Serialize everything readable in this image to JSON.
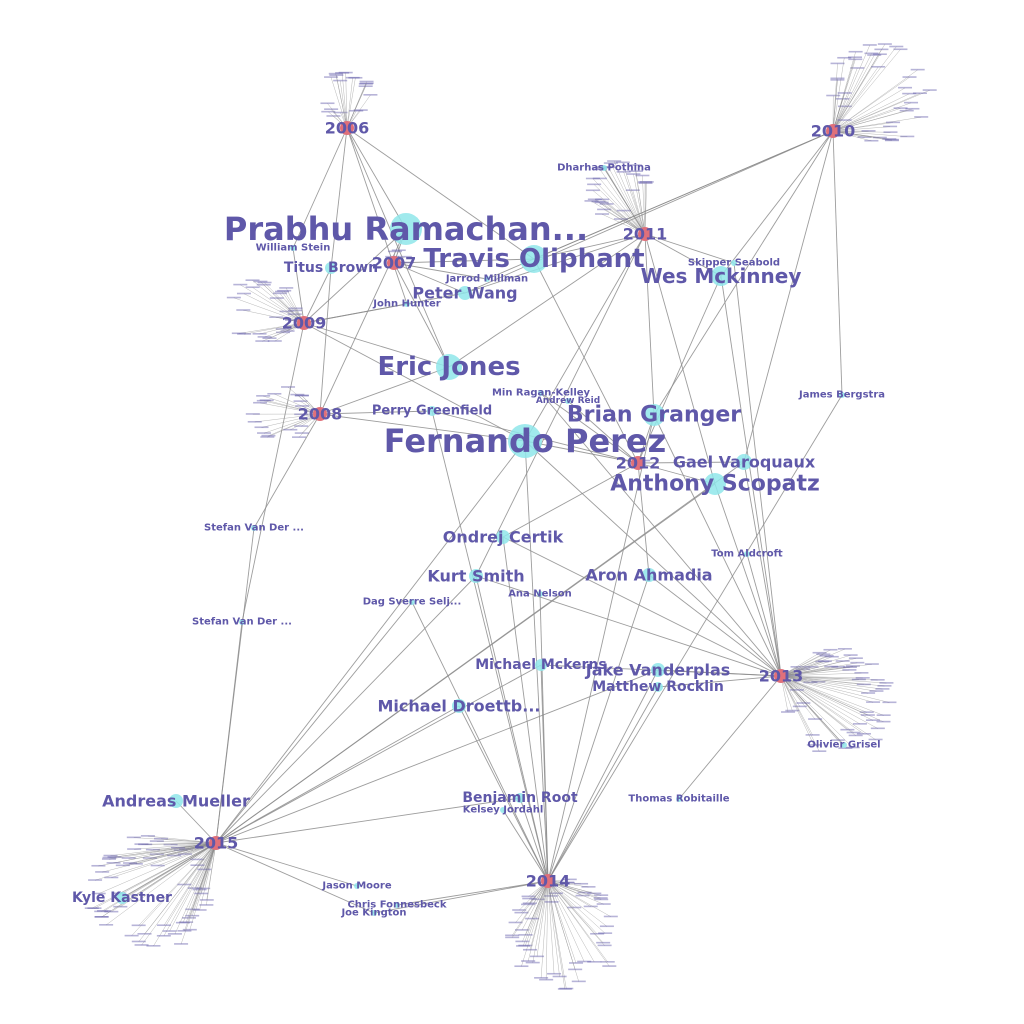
{
  "graph": {
    "years": [
      "2006",
      "2007",
      "2008",
      "2009",
      "2010",
      "2011",
      "2012",
      "2013",
      "2014",
      "2015"
    ],
    "people": [
      "Prabhu Ramachan...",
      "Travis Oliphant",
      "Fernando Perez",
      "Eric Jones",
      "Brian Granger",
      "Anthony Scopatz",
      "Wes Mckinney",
      "Peter Wang",
      "Titus Brown",
      "Gael Varoquaux",
      "Ondrej Certik",
      "Kurt Smith",
      "Aron Ahmadia",
      "Jake Vanderplas",
      "Matthew Rocklin",
      "Michael Mckerns",
      "Michael Droettb...",
      "Andreas Mueller",
      "Kyle Kastner",
      "Benjamin Root",
      "Perry Greenfield",
      "William Stein",
      "Jarrod Millman",
      "John Hunter",
      "Min Ragan-Kelley",
      "Andrew Reid",
      "Dharhas Pothina",
      "Skipper Seabold",
      "James Bergstra",
      "Tom Aldcroft",
      "Stefan Van Der ...",
      "Stefan Van Der ...",
      "Dag Sverre Selj...",
      "Ana Nelson",
      "Thomas Robitaille",
      "Kelsey Jordahl",
      "Jason Moore",
      "Chris Fonnesbeck",
      "Joe Kington",
      "Olivier Grisel"
    ],
    "colors": {
      "edge": "#8c8c8c",
      "year_node": "#e0707a",
      "person_node": "#8fe6ea",
      "label": "#5f58a9"
    }
  }
}
